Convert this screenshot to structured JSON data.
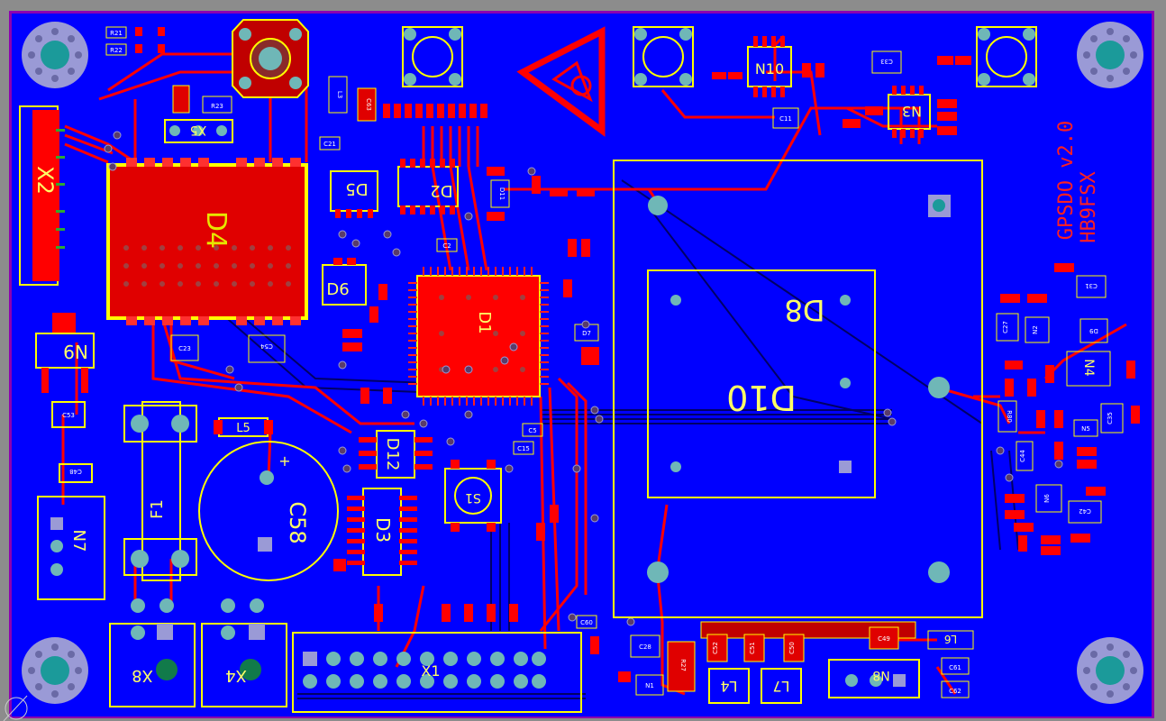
{
  "board": {
    "title_line1": "GPSDO v2.0",
    "title_line2": "HB9FSX",
    "colors": {
      "background": "#8c8c8c",
      "copper_bottom": "#0000ff",
      "copper_top": "#ff0000",
      "silkscreen": "#ffff00",
      "pad": "#6fb7b7",
      "mount_hole": "#9a9ad6"
    }
  },
  "components": {
    "D4": "D4",
    "D1": "D1",
    "D2": "D2",
    "D3": "D3",
    "D5": "D5",
    "D6": "D6",
    "D8": "D8",
    "D10": "D10",
    "D12": "D12",
    "D7": "D7",
    "D9": "D9",
    "D11": "D11",
    "N1": "N1",
    "N2": "N2",
    "N3": "N3",
    "N4": "N4",
    "N5": "N5",
    "N6": "N6",
    "N7": "N7",
    "N8": "N8",
    "N9": "N9",
    "N10": "N10",
    "X1": "X1",
    "X2": "X2",
    "X4": "X4",
    "X5": "X5",
    "X8": "X8",
    "F1": "F1",
    "C58": "C58",
    "L5": "L5",
    "L3": "L3",
    "L4": "L4",
    "L6": "L6",
    "L7": "L7",
    "C53": "C53",
    "C48": "C48",
    "C23": "C23",
    "C54": "C54",
    "C50": "C50",
    "C28": "C28",
    "C52": "C52",
    "C51": "C51",
    "C49": "C49",
    "C61": "C61",
    "C62": "C62",
    "C33": "C33",
    "C31": "C31",
    "C35": "C35",
    "C42": "C42",
    "C44": "C44",
    "C27": "C27",
    "C11": "C11",
    "C21": "C21",
    "C2": "C2",
    "C5": "C5",
    "C15": "C15",
    "C60": "C60",
    "C63": "C63",
    "R23": "R23",
    "R21": "R21",
    "R22": "R22",
    "R27": "R27",
    "R80": "R80",
    "S1": "S1",
    "plus": "+"
  }
}
